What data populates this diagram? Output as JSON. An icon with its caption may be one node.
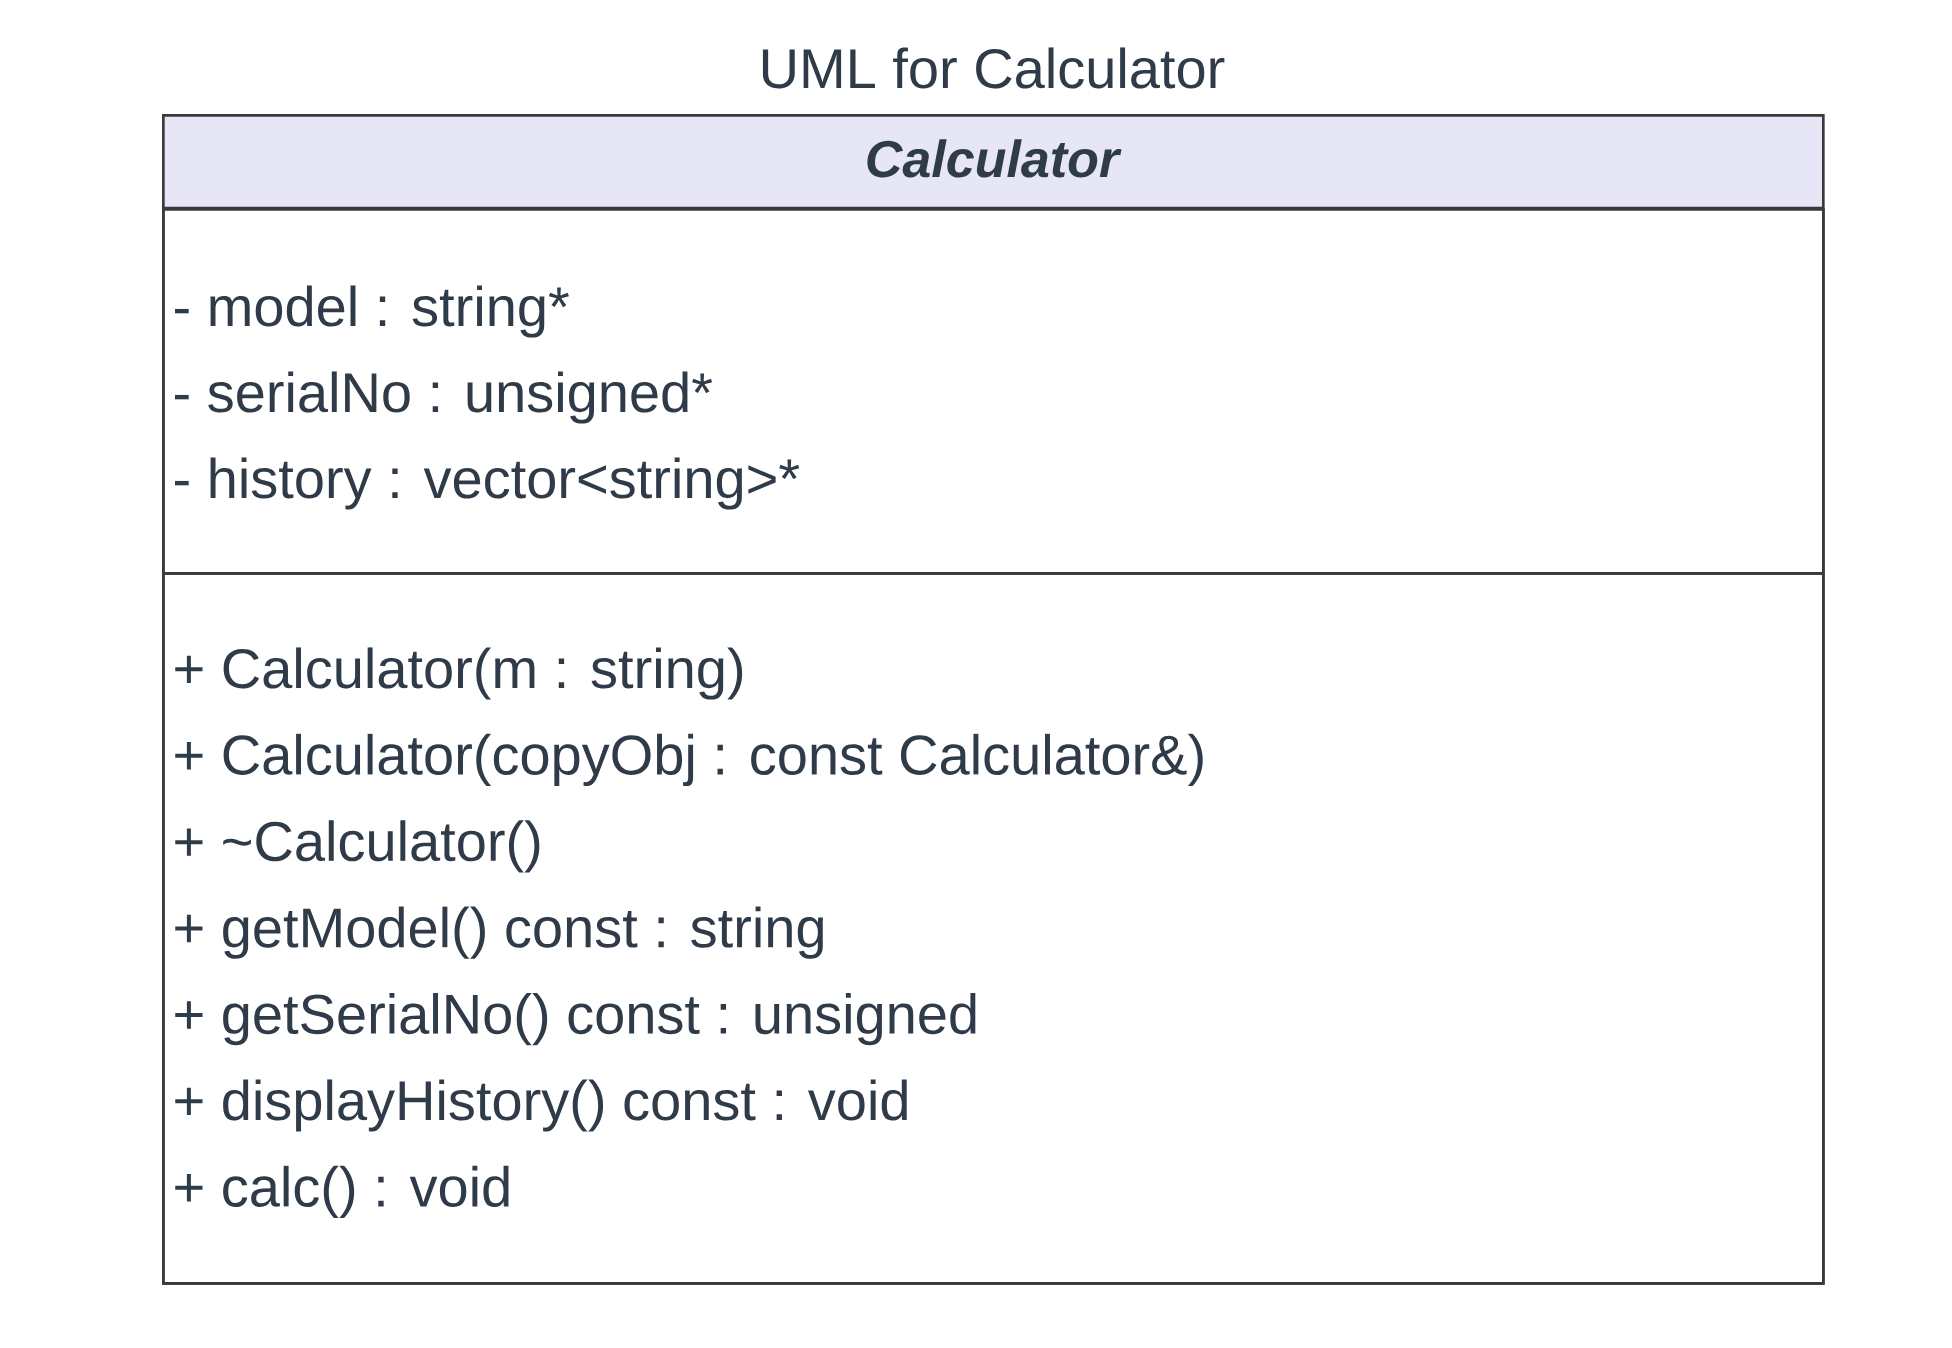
{
  "diagram": {
    "title": "UML for Calculator",
    "nodes": [
      {
        "text": [
          "Calculator"
        ]
      },
      {
        "text": [
          "- model : string*",
          "- serialNo : unsigned*",
          "- history : vector<string>*"
        ],
        "in": 0
      },
      {
        "text": [
          "+ Calculator(m : string)",
          "+ Calculator(copyObj : const Calculator&)",
          "+ ~Calculator()",
          "+ getModel() const : string",
          "+ getSerialNo() const : unsigned",
          "+ displayHistory() const : void",
          "+ calc() : void"
        ],
        "in": 0
      }
    ]
  }
}
